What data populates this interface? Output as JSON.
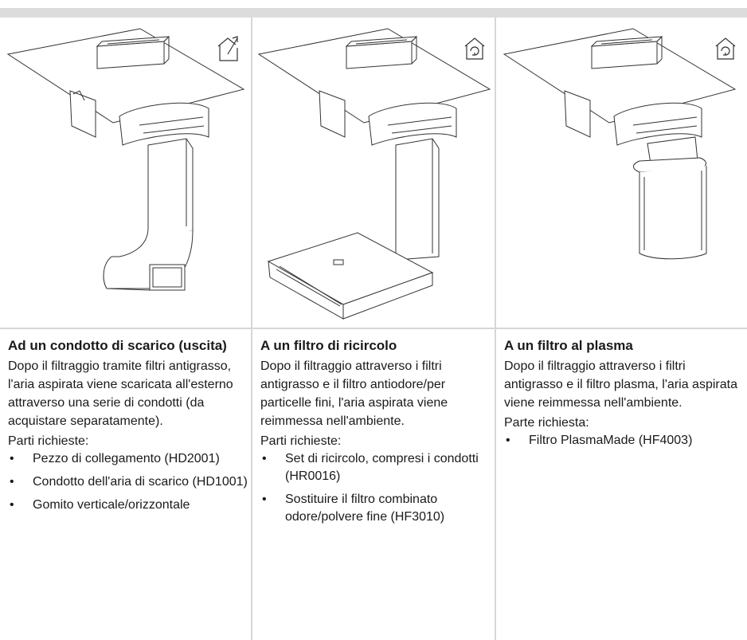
{
  "columns": [
    {
      "id": "duct",
      "icon": "house-exhaust-icon",
      "heading": "Ad un condotto di scarico (uscita)",
      "description": "Dopo il filtraggio tramite filtri antigrasso, l'aria aspirata viene scaricata all'esterno attraverso una serie di condotti (da acquistare separatamente).",
      "parts_label": "Parti richieste:",
      "parts": [
        "Pezzo di collegamento (HD2001)",
        "Condotto dell'aria di scarico (HD1001)",
        "Gomito verticale/orizzontale"
      ]
    },
    {
      "id": "recirc-filter",
      "icon": "house-recirculation-icon",
      "heading": "A un filtro di ricircolo",
      "description": "Dopo il filtraggio attraverso i filtri antigrasso e il filtro antiodore/per particelle fini, l'aria aspirata viene reimmessa nell'ambiente.",
      "parts_label": "Parti richieste:",
      "parts": [
        "Set di ricircolo, compresi i condotti (HR0016)",
        "Sostituire il filtro combinato odore/polvere fine (HF3010)"
      ]
    },
    {
      "id": "plasma-filter",
      "icon": "house-recirculation-icon",
      "heading": "A un filtro al plasma",
      "description": "Dopo il filtraggio attraverso i filtri antigrasso e il filtro plasma, l'aria aspirata viene reimmessa nell'ambiente.",
      "parts_label": "Parte richiesta:",
      "parts": [
        "Filtro PlasmaMade (HF4003)"
      ]
    }
  ],
  "bullet": "•",
  "colors": {
    "divider": "#d6d6d6",
    "topbar": "#dcdcdc",
    "line": "#333333"
  }
}
